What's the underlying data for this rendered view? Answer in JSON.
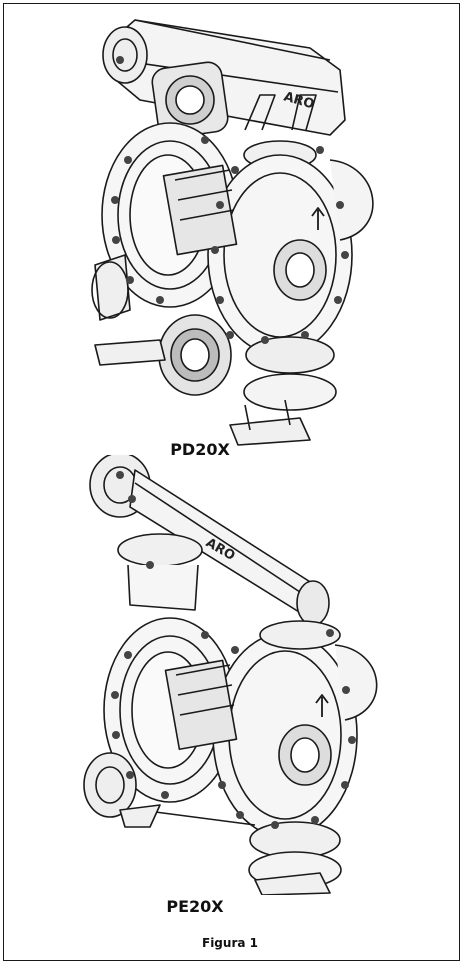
{
  "figure": {
    "models": [
      {
        "label": "PD20X"
      },
      {
        "label": "PE20X"
      }
    ],
    "caption": "Figura 1",
    "brand_mark": "ARO"
  }
}
